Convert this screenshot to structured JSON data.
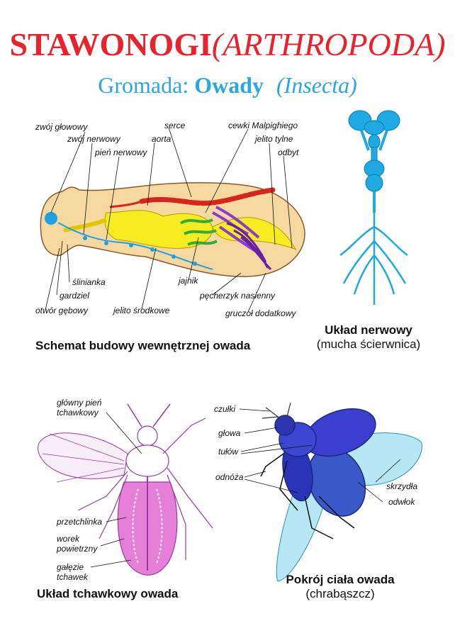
{
  "header": {
    "title_main": "STAWONOGI",
    "title_latin": "(ARTHROPODA)",
    "subtitle_prefix": "Gromada:",
    "subtitle_class": "Owady",
    "subtitle_latin": "(Insecta)",
    "title_color": "#e8232b",
    "subtitle_color": "#2aa6e0"
  },
  "internal_diagram": {
    "caption": "Schemat budowy wewnętrznej owada",
    "labels": {
      "zwoj_glowowy": "zwój głowowy",
      "zwoj_nerwowy": "zwój nerwowy",
      "pien_nerwowy": "pień nerwowy",
      "serce": "serce",
      "aorta": "aorta",
      "cewki": "cewki Malpighiego",
      "jelito_tylne": "jelito tylne",
      "odbyt": "odbyt",
      "slinianka": "ślinianka",
      "gardziel": "gardziel",
      "otwor_gebowy": "otwór gębowy",
      "jelito_srodkowe": "jelito środkowe",
      "jajnik": "jajnik",
      "pecherzyk": "pęcherzyk nasienny",
      "gruczol": "gruczoł dodatkowy"
    }
  },
  "nervous_diagram": {
    "caption_bold": "Układ nerwowy",
    "caption_sub": "(mucha ścierwnica)"
  },
  "tracheal_diagram": {
    "caption": "Układ tchawkowy owada",
    "labels": {
      "glowny_pien_1": "główny pień",
      "glowny_pien_2": "tchawkowy",
      "przetchlinka": "przetchlinka",
      "worek_1": "worek",
      "worek_2": "powietrzny",
      "galezie_1": "gałęzie",
      "galezie_2": "tchawek"
    }
  },
  "beetle_diagram": {
    "caption_bold": "Pokrój ciała owada",
    "caption_sub": "(chrabąszcz)",
    "labels": {
      "czulki": "czułki",
      "glowa": "głowa",
      "tulow": "tułów",
      "odnoza": "odnóża",
      "skrzydla": "skrzydła",
      "odwlok": "odwłok"
    }
  }
}
